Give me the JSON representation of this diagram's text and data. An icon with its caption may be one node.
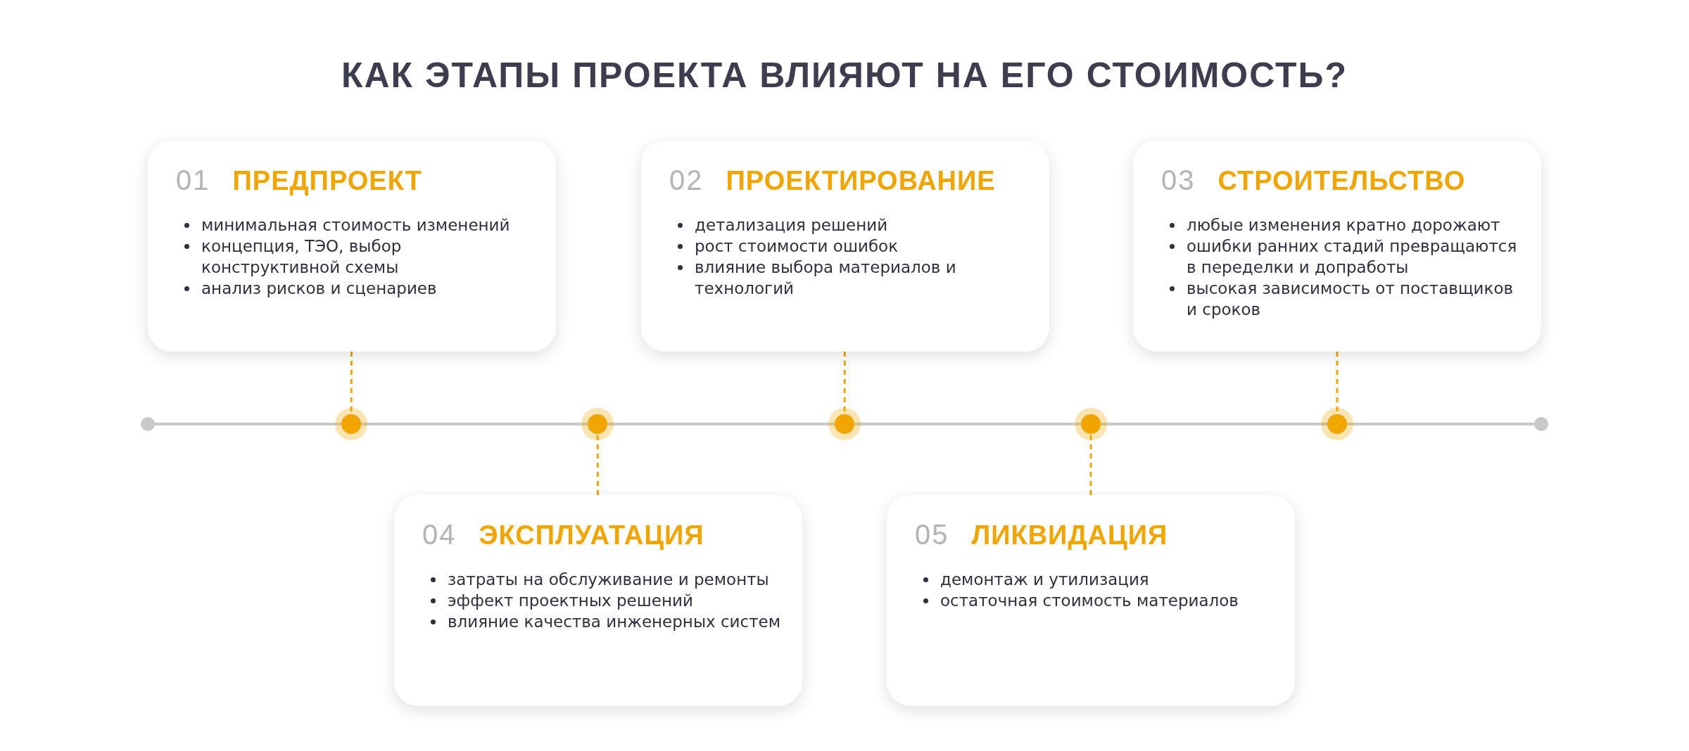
{
  "diagram": {
    "title": "КАК ЭТАПЫ ПРОЕКТА ВЛИЯЮТ НА ЕГО СТОИМОСТЬ?",
    "nodes": [
      {
        "text": [
          "01",
          "ПРЕДПРОЕКТ",
          "минимальная стоимость изменений",
          "концепция, ТЭО, выбор конструктивной схемы",
          "анализ рисков и сценариев"
        ]
      },
      {
        "text": [
          "02",
          "ПРОЕКТИРОВАНИЕ",
          "детализация решений",
          "рост стоимости ошибок",
          "влияние выбора материалов и технологий"
        ]
      },
      {
        "text": [
          "03",
          "СТРОИТЕЛЬСТВО",
          "любые изменения кратно дорожают",
          "ошибки ранних стадий превращаются в переделки и допработы",
          "высокая зависимость от поставщиков и сроков"
        ]
      },
      {
        "text": [
          "04",
          "ЭКСПЛУАТАЦИЯ",
          "затраты на обслуживание и ремонты",
          "эффект проектных решений",
          "влияние качества инженерных систем"
        ]
      },
      {
        "text": [
          "05",
          "ЛИКВИДАЦИЯ",
          "демонтаж и утилизация",
          "остаточная стоимость материалов"
        ]
      },
      {
        "text": [],
        "shape": "circle"
      },
      {
        "text": [],
        "shape": "circle"
      },
      {
        "text": [],
        "shape": "circle"
      },
      {
        "text": [],
        "shape": "circle"
      },
      {
        "text": [],
        "shape": "circle"
      },
      {
        "text": [],
        "shape": "circle"
      },
      {
        "text": [],
        "shape": "circle"
      }
    ],
    "edges": [
      {
        "from": 5,
        "to": 6,
        "arrow": "none"
      },
      {
        "from": 6,
        "to": 7,
        "arrow": "none"
      },
      {
        "from": 7,
        "to": 8,
        "arrow": "none"
      },
      {
        "from": 8,
        "to": 9,
        "arrow": "none"
      },
      {
        "from": 9,
        "to": 10,
        "arrow": "none"
      },
      {
        "from": 10,
        "to": 11,
        "arrow": "none"
      },
      {
        "from": 0,
        "to": 6,
        "arrow": "none",
        "style": "dashed",
        "color": "#f0a500"
      },
      {
        "from": 3,
        "to": 7,
        "arrow": "none",
        "style": "dashed",
        "color": "#f0a500"
      },
      {
        "from": 1,
        "to": 8,
        "arrow": "none",
        "style": "dashed",
        "color": "#f0a500"
      },
      {
        "from": 4,
        "to": 9,
        "arrow": "none",
        "style": "dashed",
        "color": "#f0a500"
      },
      {
        "from": 2,
        "to": 10,
        "arrow": "none",
        "style": "dashed",
        "color": "#f0a500"
      }
    ]
  }
}
